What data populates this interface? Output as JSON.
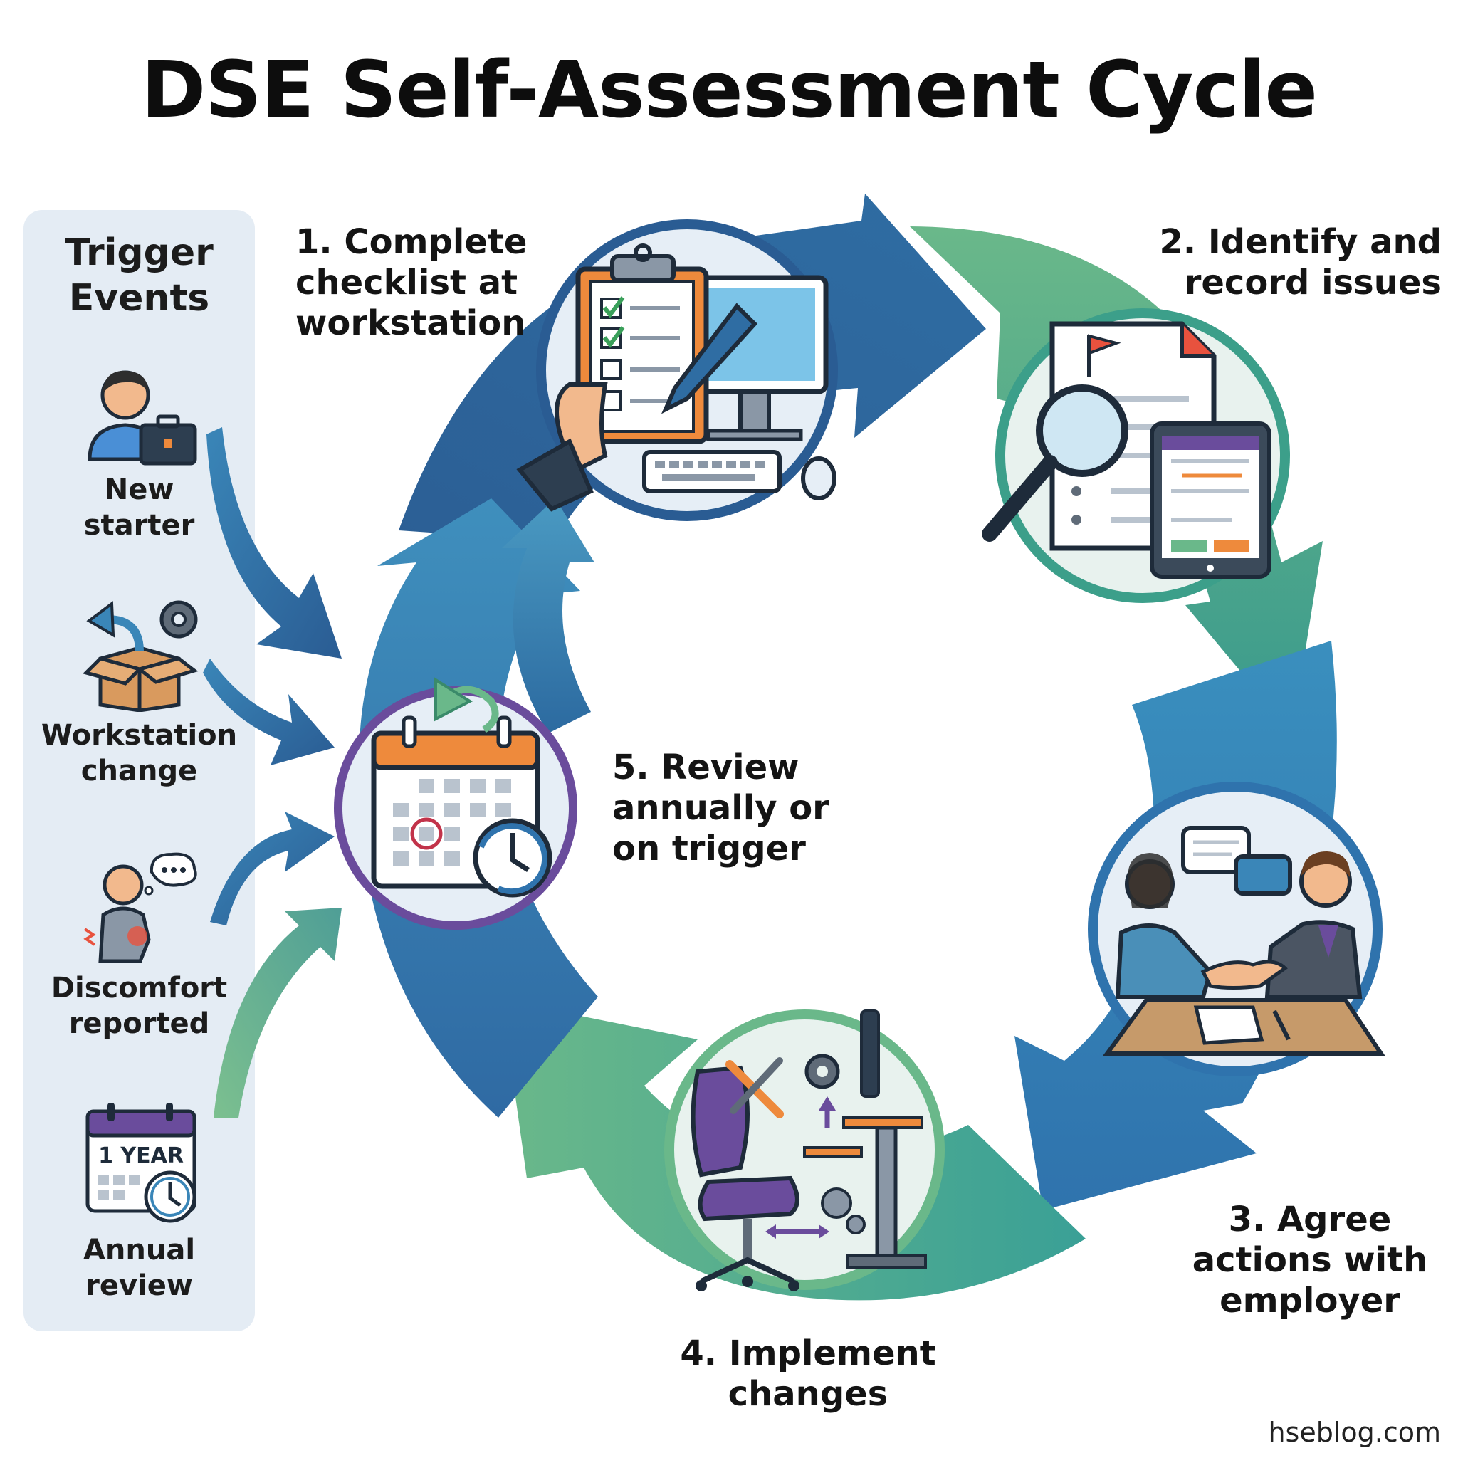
{
  "title": "DSE Self-Assessment Cycle",
  "trigger_panel": {
    "title_line1": "Trigger",
    "title_line2": "Events",
    "items": [
      {
        "line1": "New",
        "line2": "starter",
        "icon": "new-starter-icon"
      },
      {
        "line1": "Workstation",
        "line2": "change",
        "icon": "box-gear-icon"
      },
      {
        "line1": "Discomfort",
        "line2": "reported",
        "icon": "discomfort-icon"
      },
      {
        "line1": "Annual",
        "line2": "review",
        "icon": "calendar-clock-icon",
        "icon_text": "1 YEAR"
      }
    ]
  },
  "steps": [
    {
      "lines": [
        "1. Complete",
        "checklist at",
        "workstation"
      ],
      "icon": "clipboard-computer-icon"
    },
    {
      "lines": [
        "2. Identify and",
        "record issues"
      ],
      "icon": "document-magnifier-icon"
    },
    {
      "lines": [
        "3. Agree",
        "actions with",
        "employer"
      ],
      "icon": "handshake-meeting-icon"
    },
    {
      "lines": [
        "4. Implement",
        "changes"
      ],
      "icon": "ergonomic-desk-icon"
    },
    {
      "lines": [
        "5. Review",
        "annually or",
        "on trigger"
      ],
      "icon": "calendar-review-icon"
    }
  ],
  "colors": {
    "dark_blue": "#2a5c93",
    "mid_blue": "#3a86b8",
    "teal_green": "#3c9f8a",
    "green": "#6ab88a",
    "purple": "#6a4c9c",
    "orange": "#ee8a3c",
    "panel_bg": "#e4ecf4"
  },
  "footer": "hseblog.com"
}
